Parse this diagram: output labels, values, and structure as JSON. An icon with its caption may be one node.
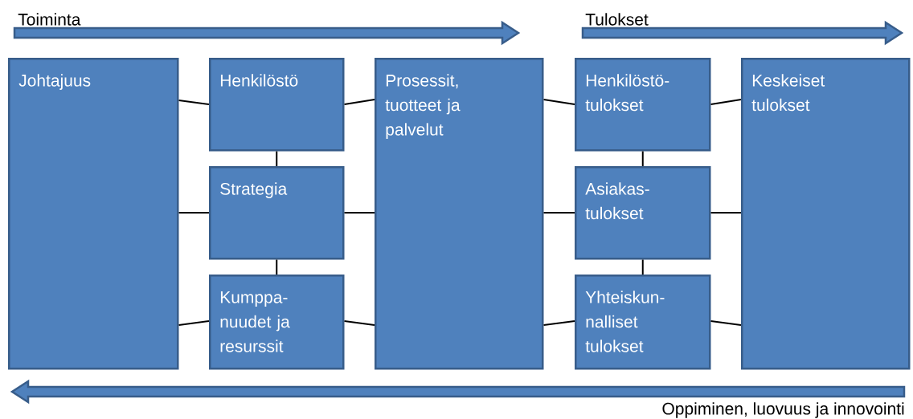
{
  "diagram": {
    "nodes": [
      {
        "text": [
          "Johtajuus"
        ]
      },
      {
        "text": [
          "Henkilöstö"
        ]
      },
      {
        "text": [
          "Strategia"
        ]
      },
      {
        "text": [
          "Kumppa- nuudet ja resurssit"
        ]
      },
      {
        "text": [
          "Prosessit, tuotteet ja palvelut"
        ]
      },
      {
        "text": [
          "Henkilöstö- tulokset"
        ]
      },
      {
        "text": [
          "Asiakas- tulokset"
        ]
      },
      {
        "text": [
          "Yhteiskun- nalliset tulokset"
        ]
      },
      {
        "text": [
          "Keskeiset tulokset"
        ]
      }
    ],
    "edges": [
      {
        "from": 0,
        "to": 1,
        "arrow": "none"
      },
      {
        "from": 0,
        "to": 2,
        "arrow": "none"
      },
      {
        "from": 0,
        "to": 3,
        "arrow": "none"
      },
      {
        "from": 1,
        "to": 2,
        "arrow": "none"
      },
      {
        "from": 2,
        "to": 3,
        "arrow": "none"
      },
      {
        "from": 1,
        "to": 4,
        "arrow": "none"
      },
      {
        "from": 2,
        "to": 4,
        "arrow": "none"
      },
      {
        "from": 3,
        "to": 4,
        "arrow": "none"
      },
      {
        "from": 4,
        "to": 5,
        "arrow": "none"
      },
      {
        "from": 4,
        "to": 6,
        "arrow": "none"
      },
      {
        "from": 4,
        "to": 7,
        "arrow": "none"
      },
      {
        "from": 5,
        "to": 6,
        "arrow": "none"
      },
      {
        "from": 6,
        "to": 7,
        "arrow": "none"
      },
      {
        "from": 5,
        "to": 8,
        "arrow": "none"
      },
      {
        "from": 6,
        "to": 8,
        "arrow": "none"
      },
      {
        "from": 7,
        "to": 8,
        "arrow": "none"
      }
    ],
    "labels": [
      "Toiminta",
      "Tulokset",
      "Oppiminen, luovuus ja innovointi"
    ]
  }
}
